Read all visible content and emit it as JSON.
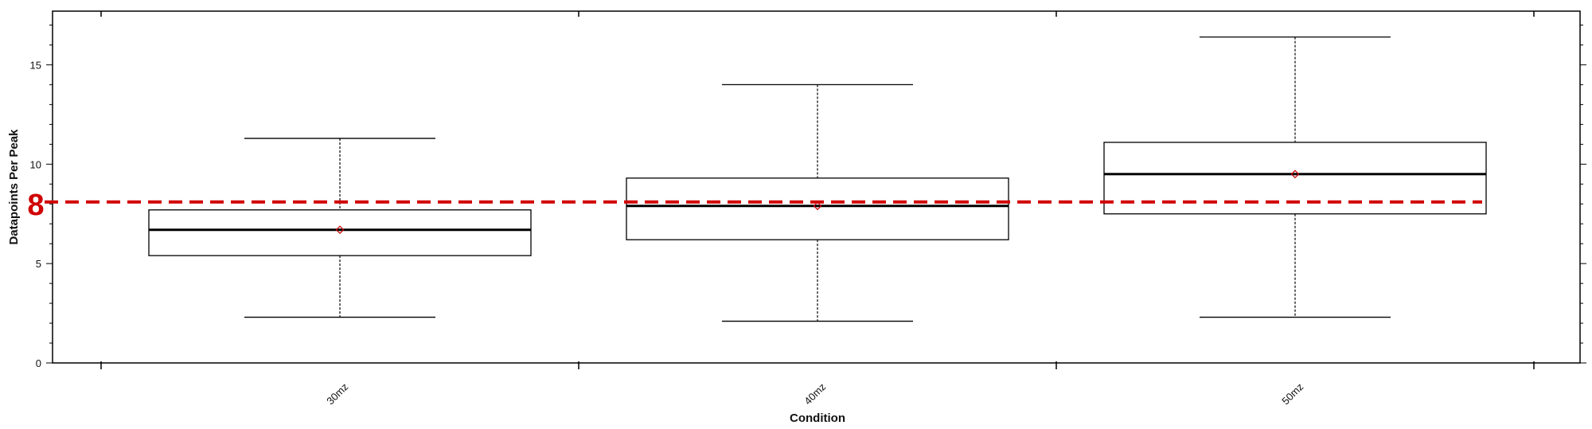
{
  "chart_data": {
    "type": "box",
    "categories": [
      "30mz",
      "40mz",
      "50mz"
    ],
    "boxes": [
      {
        "category": "30mz",
        "min": 2.3,
        "q1": 5.4,
        "median": 6.7,
        "q3": 7.7,
        "max": 11.3,
        "mean": 6.7
      },
      {
        "category": "40mz",
        "min": 2.1,
        "q1": 6.2,
        "median": 7.9,
        "q3": 9.3,
        "max": 14.0,
        "mean": 7.9
      },
      {
        "category": "50mz",
        "min": 2.3,
        "q1": 7.5,
        "median": 9.5,
        "q3": 11.1,
        "max": 16.4,
        "mean": 9.5
      }
    ],
    "xlabel": "Condition",
    "ylabel": "Datapoints Per Peak",
    "ylim": [
      0,
      17.7
    ],
    "yticks": [
      0,
      5,
      10,
      15
    ],
    "reference_line": {
      "value": 8.1,
      "label": "8",
      "color": "#d00000",
      "style": "dashed"
    },
    "mean_marker_color": "#cc0000",
    "box_color": "#000000",
    "grid": false
  }
}
